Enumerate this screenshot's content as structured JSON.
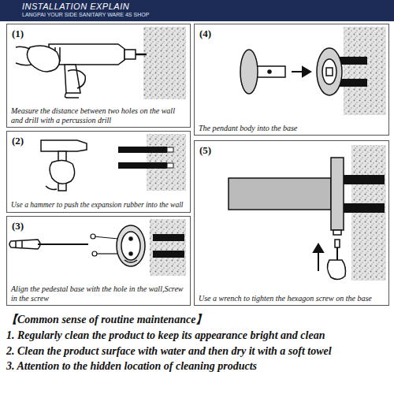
{
  "diagram": {
    "title": "INSTALLATION EXPLAIN",
    "nodes": [
      {
        "text": [
          "(1)",
          "Measure the distance between two holes on the wall and drill with a percussion drill"
        ]
      },
      {
        "text": [
          "(2)",
          "Use a hammer to push the expansion rubber into the wall"
        ]
      },
      {
        "text": [
          "(3)",
          "Align the pedestal base with the hole in the wall,Screw in the screw"
        ]
      },
      {
        "text": [
          "(4)",
          "The pendant body into the base"
        ]
      },
      {
        "text": [
          "(5)",
          "Use a wrench to tighten the hexagon screw on the base"
        ]
      }
    ],
    "labels": [
      "LANGPAI YOUR SIDE SANITARY WARE 4S SHOP",
      "【Common sense of routine maintenance】",
      "1. Regularly clean the product to keep its appearance bright and clean",
      "2. Clean the product surface with water and then dry it with a soft towel",
      "3. Attention to the hidden location of cleaning products"
    ]
  }
}
